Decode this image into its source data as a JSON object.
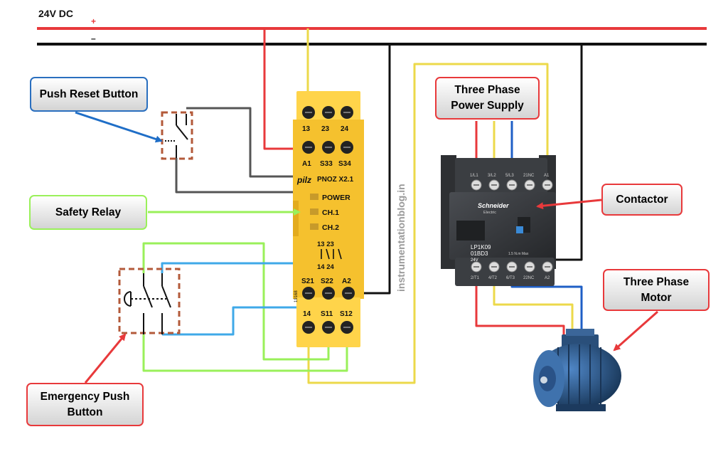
{
  "supply": {
    "label": "24V DC",
    "plus": "+",
    "minus": "–"
  },
  "labels": {
    "reset": "Push Reset Button",
    "relay": "Safety Relay",
    "emergency": "Emergency Push\nButton",
    "power_supply": "Three Phase\nPower Supply",
    "contactor": "Contactor",
    "motor": "Three Phase\nMotor"
  },
  "watermark": "instrumentationblog.in",
  "relay": {
    "top_terminals": [
      "13",
      "23",
      "24"
    ],
    "mid_terminals": [
      "A1",
      "S33",
      "S34"
    ],
    "model": "PNOZ X2.1",
    "brand": "pilz",
    "leds": [
      "POWER",
      "CH.1",
      "CH.2"
    ],
    "contact_top": "13 23",
    "contact_bottom": "14 24",
    "bottom_row1": [
      "S21",
      "S22",
      "A2"
    ],
    "bottom_row2": [
      "14",
      "S11",
      "S12"
    ],
    "serial": "19168"
  },
  "contactor": {
    "brand": "Schneider",
    "sub_brand": "Electric",
    "top_terminals": [
      "1/L1",
      "3/L2",
      "5/L3",
      "21NC",
      "A1"
    ],
    "bottom_terminals": [
      "2/T1",
      "4/T2",
      "6/T3",
      "22NC",
      "A2"
    ],
    "model1": "LP1K09",
    "model2": "01BD3",
    "voltage": "24V",
    "rating": "1.5 N.m Max"
  },
  "colors": {
    "positive": "#e8393b",
    "negative": "#111111",
    "yellow": "#ecd94a",
    "blue": "#3fa9e8",
    "green": "#9af05a",
    "grey": "#555555",
    "phase_blue": "#1f5fc6",
    "relay_yellow": "#f5c12e",
    "label_blue": "#2a6fbf",
    "label_red": "#e8393b",
    "label_green": "#9af05a"
  }
}
